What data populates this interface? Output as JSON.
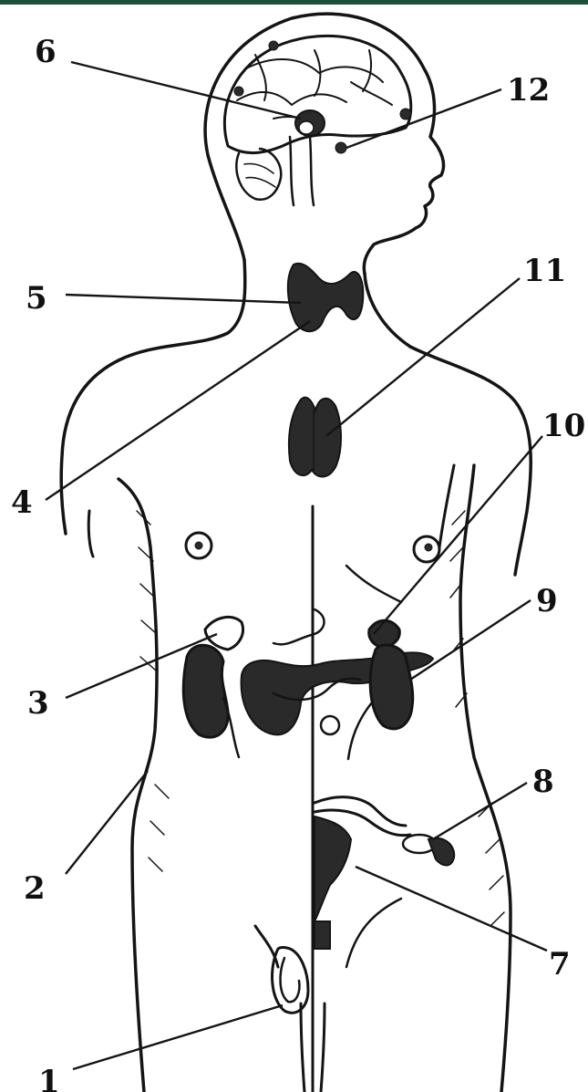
{
  "colors": {
    "top_bar": "#1f4f3a",
    "ink": "#141414",
    "background": "#ffffff"
  },
  "labels": {
    "l1": "1",
    "l2": "2",
    "l3": "3",
    "l4": "4",
    "l5": "5",
    "l6": "6",
    "l7": "7",
    "l8": "8",
    "l9": "9",
    "l10": "10",
    "l11": "11",
    "l12": "12"
  }
}
